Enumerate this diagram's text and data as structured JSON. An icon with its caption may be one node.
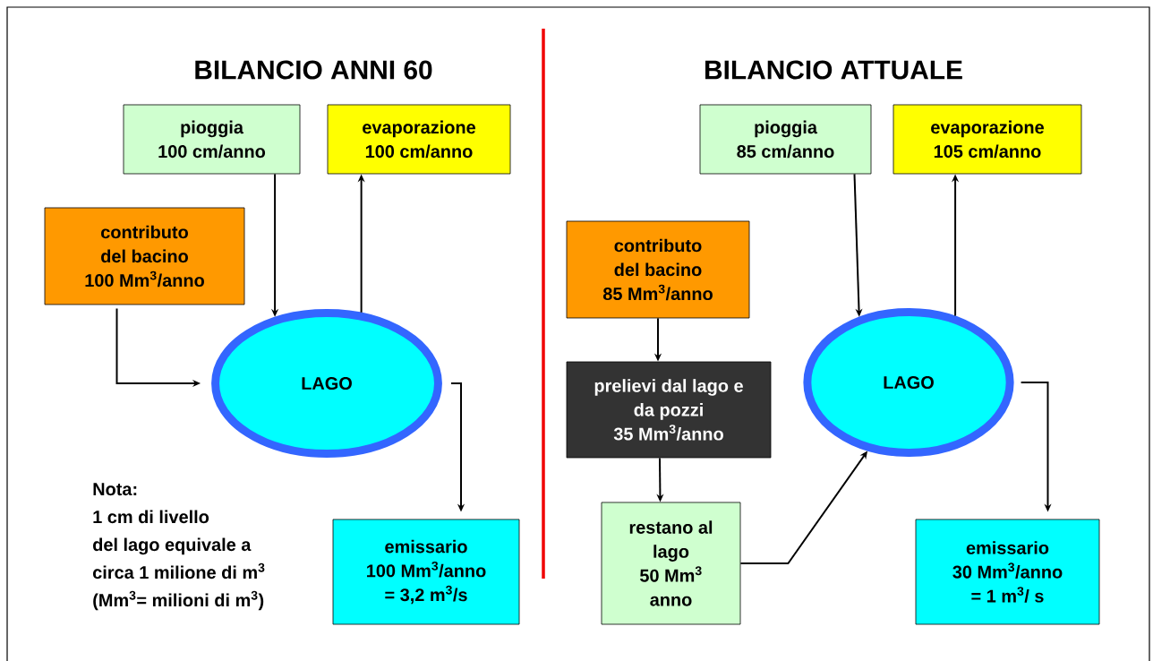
{
  "diagram": {
    "nodes": [
      {
        "text": [
          "pioggia",
          "100 cm/anno"
        ]
      },
      {
        "text": [
          "evaporazione",
          "100 cm/anno"
        ]
      },
      {
        "text": [
          "contributo del bacino",
          "100 Mm$^{3}$/anno"
        ]
      },
      {
        "text": [
          "LAGO"
        ]
      },
      {
        "text": [
          "emissario",
          "100 Mm$^{3}$/anno",
          "= 3,2 m$^{3}$/s"
        ]
      },
      {
        "text": [
          "pioggia",
          "85 cm/anno"
        ]
      },
      {
        "text": [
          "evaporazione",
          "105 cm/anno"
        ]
      },
      {
        "text": [
          "contributo del bacino",
          "85 Mm$^{3}$/anno"
        ]
      },
      {
        "text": [
          "prelievi dal lago e da pozzi",
          "35 Mm$^{3}$/anno"
        ]
      },
      {
        "text": [
          "restano al lago",
          "50 Mm$^{3}$ anno"
        ]
      },
      {
        "text": [
          "LAGO"
        ]
      },
      {
        "text": [
          "emissario",
          "30 Mm$^{3}$/anno",
          "= 1 m$^{3}$/ s"
        ]
      }
    ],
    "edges": [
      {
        "from": 0,
        "to": 3,
        "arrow": "to"
      },
      {
        "from": 3,
        "to": 1,
        "arrow": "to"
      },
      {
        "from": 2,
        "to": 3,
        "arrow": "to"
      },
      {
        "from": 3,
        "to": 4,
        "arrow": "to"
      },
      {
        "from": 5,
        "to": 10,
        "arrow": "to"
      },
      {
        "from": 10,
        "to": 6,
        "arrow": "to"
      },
      {
        "from": 7,
        "to": 8,
        "arrow": "to"
      },
      {
        "from": 8,
        "to": 9,
        "arrow": "to"
      },
      {
        "from": 9,
        "to": 10,
        "arrow": "to"
      },
      {
        "from": 10,
        "to": 11,
        "arrow": "to"
      }
    ],
    "labels": [
      "BILANCIO ANNI 60",
      "BILANCIO ATTUALE",
      "Nota:",
      "1 cm di livello",
      "del lago equivale a",
      "circa 1 milione di m$^{3}$",
      "(Mm$^{3}$= milioni di m$^{3}$)"
    ]
  }
}
